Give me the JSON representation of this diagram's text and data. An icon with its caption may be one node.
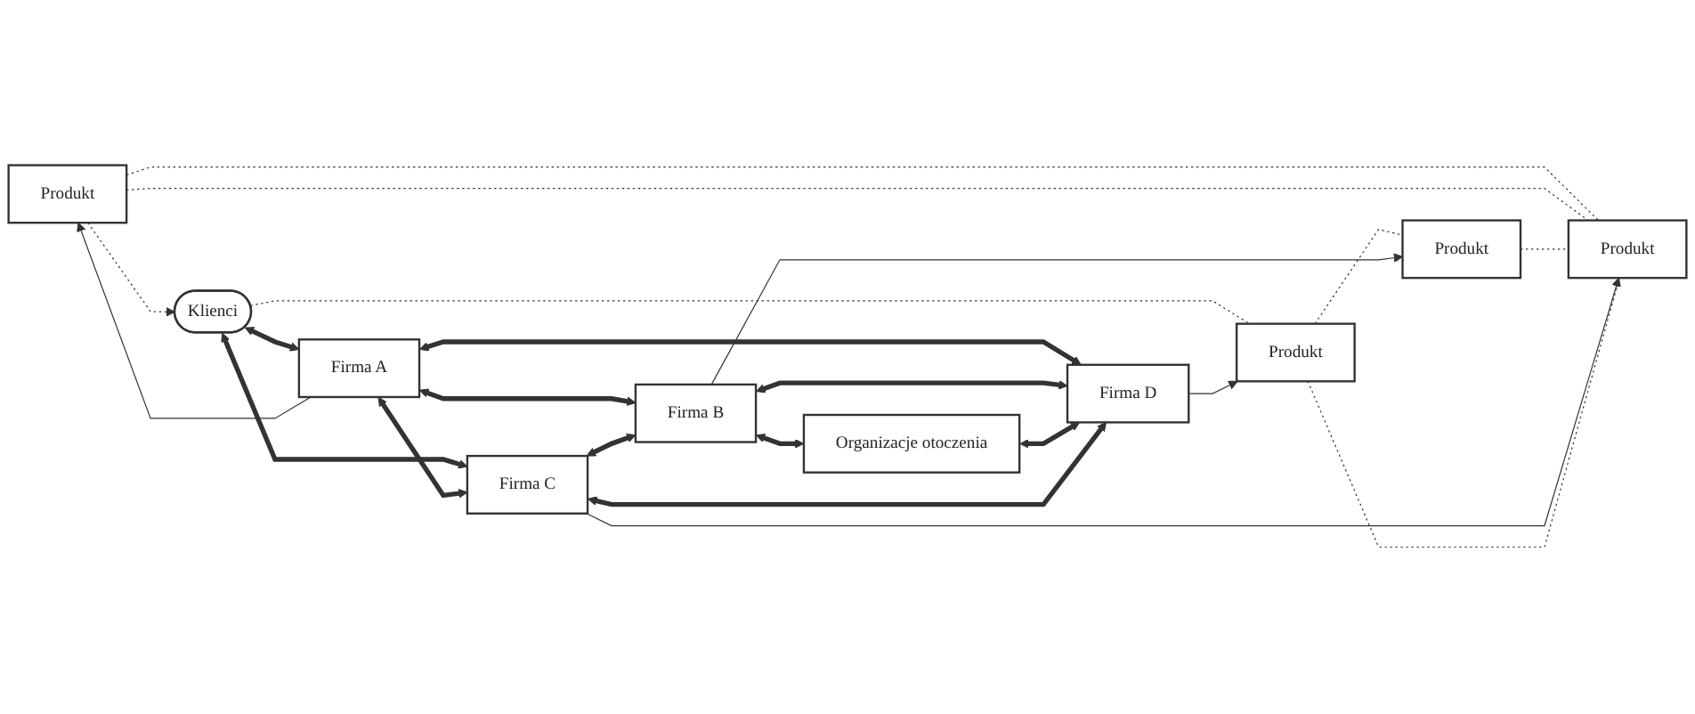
{
  "diagram": {
    "nodes": [
      {
        "text": [
          "Produkt"
        ]
      },
      {
        "text": [
          "Produkt"
        ]
      },
      {
        "text": [
          "Produkt"
        ]
      },
      {
        "text": [
          "Produkt"
        ]
      },
      {
        "text": [
          "Klienci"
        ]
      },
      {
        "text": [
          "Firma A"
        ]
      },
      {
        "text": [
          "Firma B"
        ]
      },
      {
        "text": [
          "Organizacje otoczenia"
        ]
      },
      {
        "text": [
          "Firma C"
        ]
      },
      {
        "text": [
          "Firma D"
        ]
      }
    ],
    "edges": [
      {
        "from": 0,
        "to": 4,
        "arrow": "to",
        "style": "dashed"
      },
      {
        "from": 0,
        "to": 1,
        "arrow": "none",
        "style": "dashed"
      },
      {
        "from": 0,
        "to": 1,
        "arrow": "none",
        "style": "dashed"
      },
      {
        "from": 1,
        "to": 2,
        "arrow": "none",
        "style": "dashed"
      },
      {
        "from": 2,
        "to": 3,
        "arrow": "none",
        "style": "dashed"
      },
      {
        "from": 4,
        "to": 2,
        "arrow": "none",
        "style": "dashed"
      },
      {
        "from": 3,
        "to": 1,
        "arrow": "none",
        "style": "dashed"
      },
      {
        "from": 5,
        "to": 0,
        "arrow": "to"
      },
      {
        "from": 8,
        "to": 1,
        "arrow": "to"
      },
      {
        "from": 9,
        "to": 2,
        "arrow": "to"
      },
      {
        "from": 6,
        "to": 3,
        "arrow": "to"
      },
      {
        "from": 4,
        "to": 5,
        "arrow": "both",
        "style": "thick"
      },
      {
        "from": 5,
        "to": 6,
        "arrow": "both",
        "style": "thick"
      },
      {
        "from": 6,
        "to": 7,
        "arrow": "both",
        "style": "thick"
      },
      {
        "from": 4,
        "to": 8,
        "arrow": "both",
        "style": "thick"
      },
      {
        "from": 5,
        "to": 8,
        "arrow": "both",
        "style": "thick"
      },
      {
        "from": 5,
        "to": 9,
        "arrow": "both",
        "style": "thick"
      },
      {
        "from": 8,
        "to": 6,
        "arrow": "both",
        "style": "thick"
      },
      {
        "from": 6,
        "to": 9,
        "arrow": "both",
        "style": "thick"
      },
      {
        "from": 7,
        "to": 9,
        "arrow": "both",
        "style": "thick"
      },
      {
        "from": 8,
        "to": 9,
        "arrow": "both",
        "style": "thick"
      }
    ]
  }
}
